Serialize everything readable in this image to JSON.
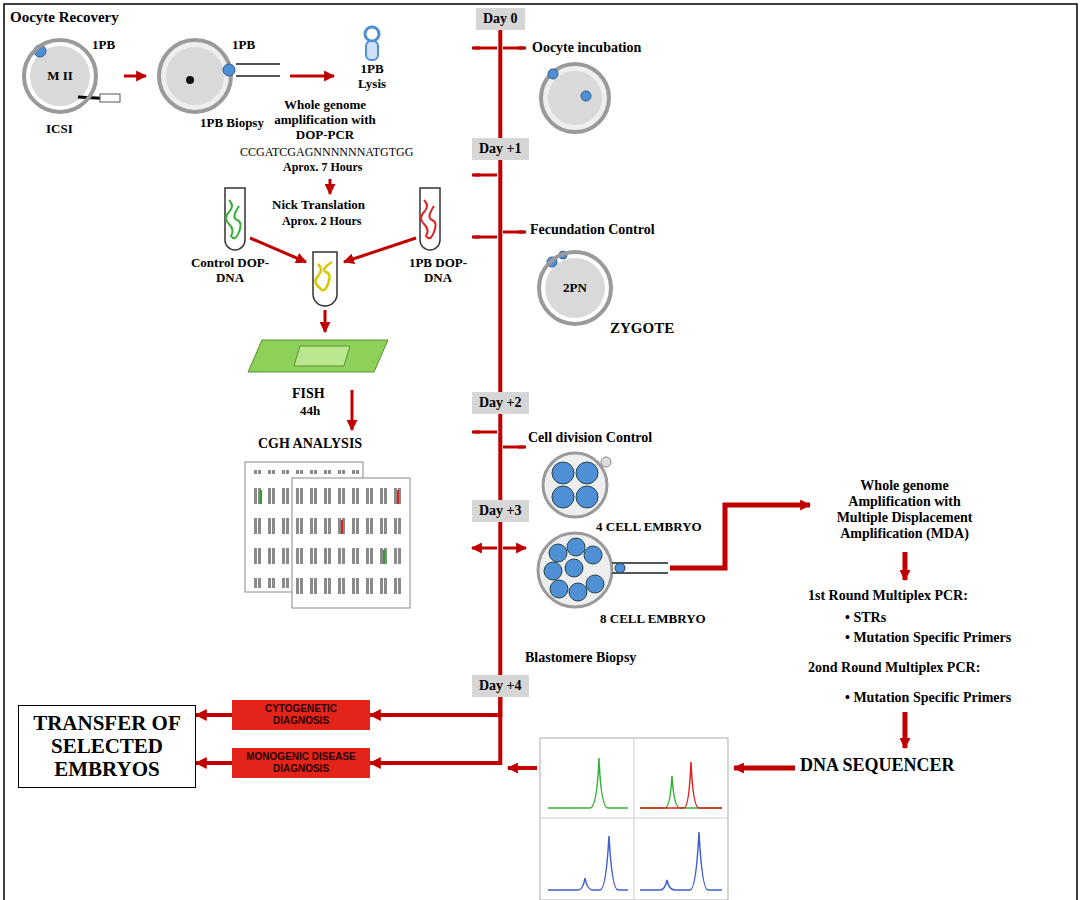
{
  "diagram": {
    "nodes": [
      {
        "text": [
          "Day 0"
        ]
      },
      {
        "text": [
          "M II"
        ]
      },
      {
        "text": [
          "Day +1"
        ]
      },
      {
        "text": [
          "2PN"
        ]
      },
      {
        "text": [
          "Day +2"
        ]
      },
      {
        "text": [
          "Day +3"
        ]
      },
      {
        "text": [
          "Day +4"
        ]
      },
      {
        "text": [
          "CYTOGENETIC DIAGNOSIS"
        ]
      },
      {
        "text": [
          "MONOGENIC DISEASE DIAGNOSIS"
        ]
      },
      {
        "text": [
          "TRANSFER OF SELECTED EMBRYOS"
        ]
      }
    ],
    "edges": [
      {
        "from": 0,
        "to": 2,
        "arrow": "none"
      },
      {
        "from": 2,
        "to": 4,
        "arrow": "none"
      },
      {
        "from": 4,
        "to": 5,
        "arrow": "none"
      },
      {
        "from": 5,
        "to": 6,
        "arrow": "none"
      },
      {
        "from": 6,
        "to": 7,
        "arrow": "to"
      },
      {
        "from": 6,
        "to": 8,
        "arrow": "to"
      },
      {
        "from": 7,
        "to": 9,
        "arrow": "to"
      },
      {
        "from": 8,
        "to": 9,
        "arrow": "to"
      }
    ],
    "labels": [
      "Oocyte Recovery",
      "1PB",
      "ICSI",
      "1PB",
      "1PB Biopsy",
      "1PB Lysis",
      "Whole genome amplification with DOP-PCR",
      "CCGATCGAGNNNNNNATGTGG",
      "Aprox. 7 Hours",
      "Nick Translation",
      "Aprox. 2 Hours",
      "Control DOP-DNA",
      "1PB DOP-DNA",
      "FISH",
      "44h",
      "CGH ANALYSIS",
      "Oocyte incubation",
      "Fecundation Control",
      "ZYGOTE",
      "Cell division Control",
      "4 CELL EMBRYO",
      "8 CELL EMBRYO",
      "Blastomere Biopsy",
      "Whole genome Amplification with Multiple Displacement Amplification (MDA)",
      "1st Round Multiplex PCR:",
      "• STRs",
      "• Mutation Specific Primers",
      "2ond Round Multiplex PCR:",
      "• Mutation Specific Primers",
      "DNA SEQUENCER"
    ]
  }
}
